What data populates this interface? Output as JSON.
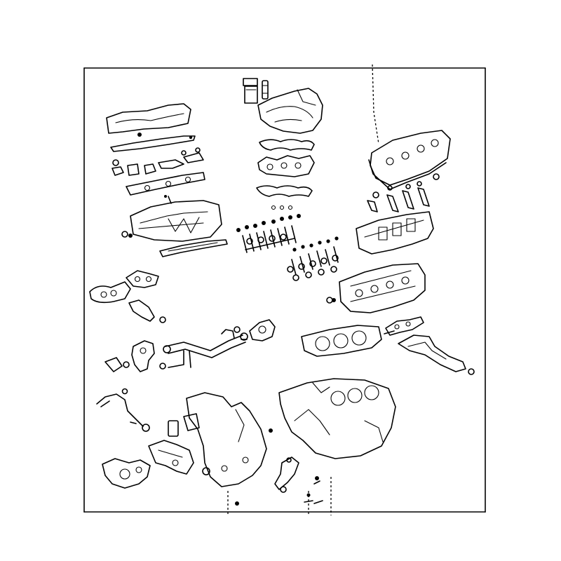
{
  "diagram": {
    "type": "exploded-parts-illustration",
    "line_color": "#000000",
    "background": "#ffffff",
    "parts": [
      "cylinder-head-cover-left",
      "head-cover-gasket-left",
      "spark-plug-tube-seals",
      "head-bolt-washers",
      "cylinder-head-left",
      "cylinder-head-gasket-left",
      "water-inlet-gaskets",
      "water-bypass-pipe",
      "timing-chain-cover",
      "oil-seal",
      "oil-pump-gasket",
      "intake-manifold-cover",
      "intake-manifold-gaskets",
      "exhaust-manifold-gaskets",
      "valve-set-left",
      "valve-set-right",
      "cylinder-head-cover-right",
      "cylinder-head-right",
      "cylinder-head-gasket-right",
      "cylinder-block",
      "camshaft-caps",
      "wire-harness",
      "oil-strainer-gasket"
    ]
  }
}
